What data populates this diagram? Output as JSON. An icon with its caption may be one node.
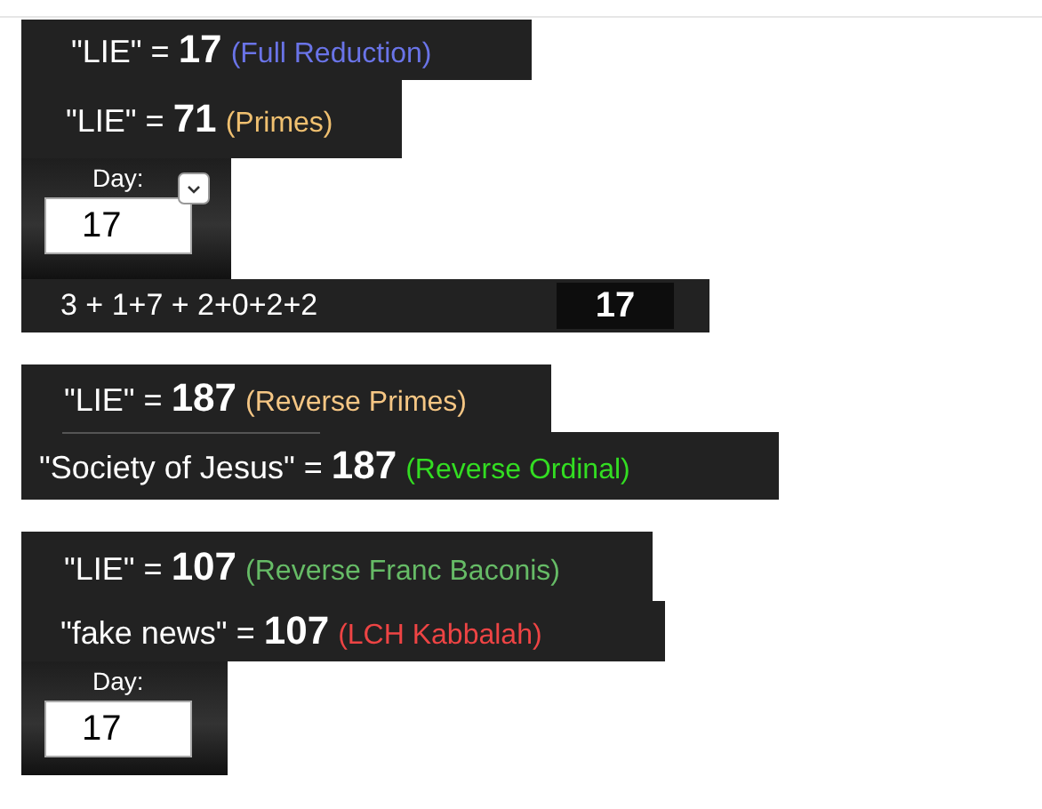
{
  "diagram": {
    "nodes": [
      {
        "text": [
          "\"LIE\" = **17**",
          "(Full Reduction)"
        ]
      },
      {
        "text": [
          "\"LIE\" = **71**",
          "(Primes)"
        ]
      },
      {
        "text": [
          "Day:",
          "17"
        ]
      },
      {
        "text": [
          "3 + 1+7 + 2+0+2+2",
          "17"
        ]
      },
      {
        "text": [
          "\"LIE\" = **187**",
          "(Reverse Primes)"
        ]
      },
      {
        "text": [
          "\"Society of Jesus\" = **187**",
          "(Reverse Ordinal)"
        ]
      },
      {
        "text": [
          "\"LIE\" = **107**",
          "(Reverse Franc Baconis)"
        ]
      },
      {
        "text": [
          "\"fake news\" = **107**",
          "(LCH Kabbalah)"
        ]
      },
      {
        "text": [
          "Day:",
          "17"
        ]
      }
    ]
  }
}
